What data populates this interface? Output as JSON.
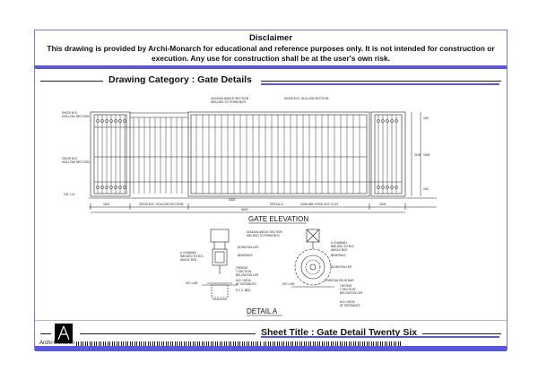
{
  "disclaimer": {
    "title": "Disclaimer",
    "body": "This drawing is provided by Archi-Monarch for educational and reference purposes only. It is not intended for construction or execution. Any use for construction shall be at the user's own risk."
  },
  "category": {
    "label": "Drawing Category : Gate Details"
  },
  "elevation": {
    "title": "GATE ELEVATION",
    "callouts": [
      "40X40X6 ANGLE SECTION",
      "WELDED TO FORM BOX",
      "50X25 M.S. HOLLOW SECTION",
      "50X25 M.S.",
      "HOLLOW SECTION",
      "25X25 M.S.",
      "HOLLOW SECTION",
      "GR. LVL",
      "25X25 M.S. HOLLOW SECTION",
      "DETAIL A",
      "40X6 MM THICK M.S. FLAT"
    ],
    "dims": [
      "1100",
      "1100",
      "6300",
      "8600",
      "150",
      "200",
      "1500",
      "2100"
    ]
  },
  "detail_a": {
    "title": "DETAIL A",
    "left_callouts": [
      "40X40X6 ANGLE SECTION",
      "WELDED TO FORM BOX",
      "U CHANNEL",
      "WELDED TO M.S.",
      "ANGLE BOX",
      "80 MM ROLLER",
      "BEARINGS",
      "75X50X6",
      "T-SECTION",
      "BELOW ROLLER",
      "M.S. HOOK",
      "AT DISTANCES",
      "P.C.C. BED",
      "GR. LINE"
    ],
    "right_callouts": [
      "U CHANNEL",
      "WELDED TO M.S.",
      "ANGLE BOX",
      "BEARINGS",
      "80 MM ROLLER",
      "12 MM DIA SOLID BAR",
      "75X75X6",
      "T-SECTION",
      "BELOW ROLLER",
      "M.S. HOOK",
      "AT DISTANCES",
      "GR. LINE"
    ]
  },
  "sheet": {
    "title": "Sheet Title : Gate Detail Twenty Six"
  },
  "brand": {
    "name": "Archi-Monarch"
  },
  "colors": {
    "accent": "#5a5ad8",
    "border": "#7a7ad0",
    "ink": "#111111"
  }
}
